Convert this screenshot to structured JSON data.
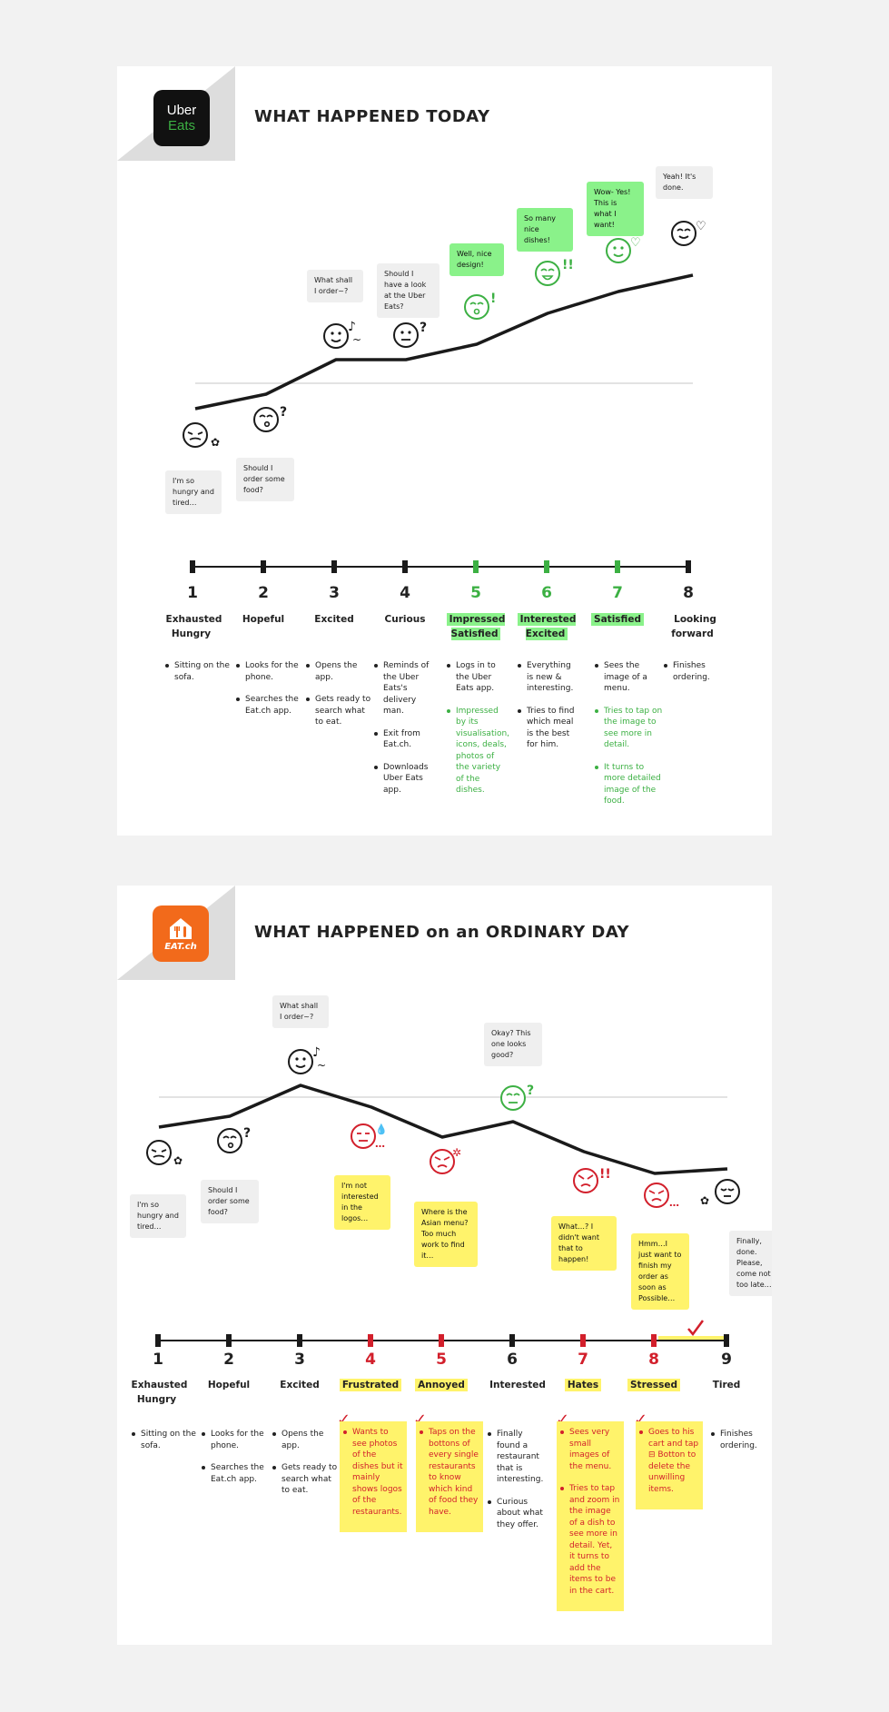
{
  "colors": {
    "green": "#3cb043",
    "red": "#d21f2b",
    "dark": "#222222",
    "highlight_green": "#8af28a",
    "highlight_yellow": "#fff36b"
  },
  "today": {
    "logo": {
      "line1": "Uber",
      "line2": "Eats"
    },
    "title": "WHAT HAPPENED TODAY",
    "bubbles": [
      "I'm so hungry and tired…",
      "Should I order some food?",
      "What shall I order~?",
      "Should I have a look at the Uber Eats?",
      "Well, nice design!",
      "So many nice dishes!",
      "Wow- Yes! This is what I want!",
      "Yeah! It's done."
    ],
    "stages": [
      {
        "num": "1",
        "label": "Exhausted Hungry",
        "notes": [
          "Sitting on the sofa."
        ]
      },
      {
        "num": "2",
        "label": "Hopeful",
        "notes": [
          "Looks for the phone.",
          "Searches the Eat.ch app."
        ]
      },
      {
        "num": "3",
        "label": "Excited",
        "notes": [
          "Opens the app.",
          "Gets ready to search what to eat."
        ]
      },
      {
        "num": "4",
        "label": "Curious",
        "notes": [
          "Reminds of the Uber Eats's delivery man.",
          "Exit from Eat.ch.",
          "Downloads Uber Eats app."
        ]
      },
      {
        "num": "5",
        "label": "Impressed Satisfied",
        "notes": [
          "Logs in to the Uber Eats app.",
          "Impressed by its visualisation, icons, deals, photos of the variety of the dishes."
        ]
      },
      {
        "num": "6",
        "label": "Interested Excited",
        "notes": [
          "Everything is new & interesting.",
          "Tries to find which meal is the best for him."
        ]
      },
      {
        "num": "7",
        "label": "Satisfied",
        "notes": [
          "Sees the image of a menu.",
          "Tries to tap on the image to see more in detail.",
          "It turns to more detailed image of the food."
        ]
      },
      {
        "num": "8",
        "label": "Looking forward",
        "notes": [
          "Finishes ordering."
        ]
      }
    ]
  },
  "ordinary": {
    "logo": {
      "line1": "EAT.ch"
    },
    "title": "WHAT HAPPENED on an ORDINARY DAY",
    "bubbles": [
      "I'm so hungry and tired…",
      "Should I order some food?",
      "What shall I order~?",
      "I'm not interested in the logos…",
      "Where is the Asian menu? Too much work to find it…",
      "Okay? This one looks good?",
      "What…? I didn't want that to happen!",
      "Hmm…I just want to finish my order as soon as Possible…",
      "Finally, done. Please, come not too late…"
    ],
    "stages": [
      {
        "num": "1",
        "label": "Exhausted Hungry",
        "notes": [
          "Sitting on the sofa."
        ]
      },
      {
        "num": "2",
        "label": "Hopeful",
        "notes": [
          "Looks for the phone.",
          "Searches the Eat.ch app."
        ]
      },
      {
        "num": "3",
        "label": "Excited",
        "notes": [
          "Opens the app.",
          "Gets ready to search what to eat."
        ]
      },
      {
        "num": "4",
        "label": "Frustrated",
        "notes": [
          "Wants to see photos of the dishes but it mainly shows logos of the restaurants."
        ]
      },
      {
        "num": "5",
        "label": "Annoyed",
        "notes": [
          "Taps on the bottons of every single restaurants to know which kind of food they have."
        ]
      },
      {
        "num": "6",
        "label": "Interested",
        "notes": [
          "Finally found a restaurant that is interesting.",
          "Curious about what they offer."
        ]
      },
      {
        "num": "7",
        "label": "Hates",
        "notes": [
          "Sees very small images of the menu.",
          "Tries to tap and zoom in the image of a dish to see more in detail. Yet, it turns to add the items to be in the cart."
        ]
      },
      {
        "num": "8",
        "label": "Stressed",
        "notes": [
          "Goes to his cart and tap ⊟ Botton to delete the unwilling items."
        ]
      },
      {
        "num": "9",
        "label": "Tired",
        "notes": [
          "Finishes ordering."
        ]
      }
    ]
  }
}
